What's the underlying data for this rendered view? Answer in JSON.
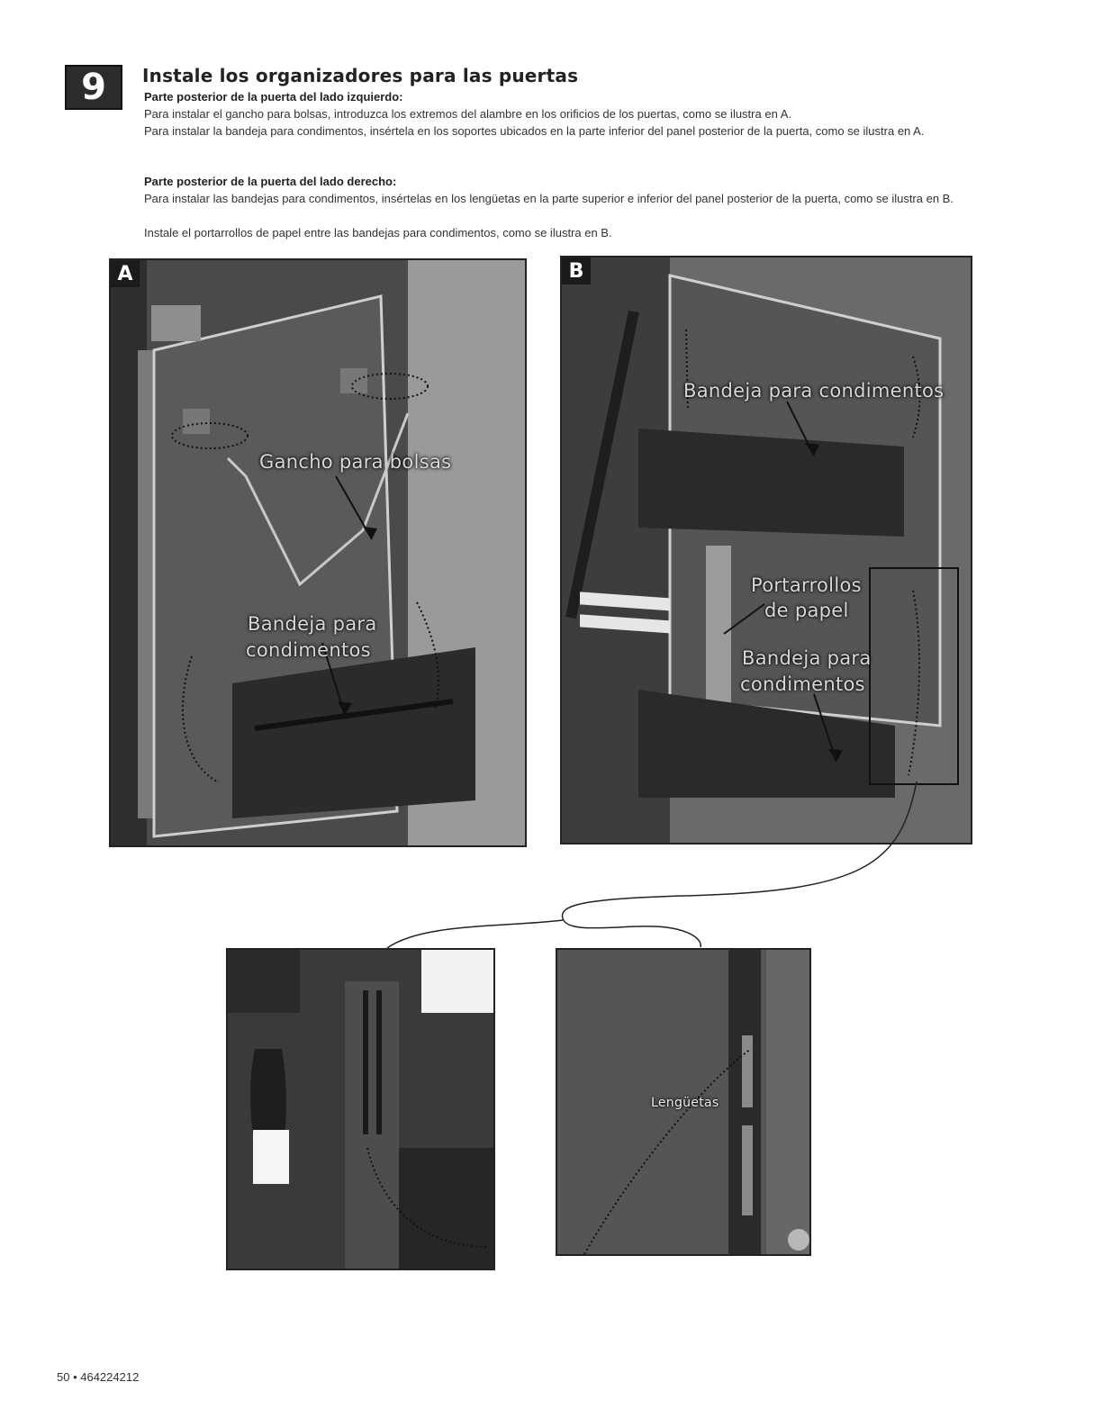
{
  "step": {
    "number": "9"
  },
  "title": "Instale los organizadores para las puertas",
  "left_door": {
    "heading": "Parte posterior de la puerta del lado izquierdo:",
    "line1": "Para instalar el gancho para bolsas, introduzca los extremos del alambre en los orificios de los puertas, como se ilustra en A.",
    "line2": "Para instalar la bandeja para condimentos, insértela en los soportes ubicados en la parte inferior del panel posterior de la puerta, como se ilustra en A."
  },
  "right_door": {
    "heading": "Parte posterior de la puerta del lado derecho:",
    "line1": "Para instalar las bandejas para condimentos, insértelas en los lengüetas en la parte superior e inferior del panel posterior de la puerta, como se ilustra en B.",
    "line2": "Instale el portarrollos de papel entre las bandejas para condimentos, como se ilustra en B."
  },
  "figure_a": {
    "letter": "A",
    "label_hook": "Gancho para bolsas",
    "label_tray_line1": "Bandeja para",
    "label_tray_line2": "condimentos"
  },
  "figure_b": {
    "letter": "B",
    "label_tray_top": "Bandeja para condimentos",
    "label_holder_line1": "Portarrollos",
    "label_holder_line2": "de papel",
    "label_tray_bottom_line1": "Bandeja para",
    "label_tray_bottom_line2": "condimentos"
  },
  "detail": {
    "label_tabs": "Lengüetas"
  },
  "footer": {
    "page": "50 • 464224212"
  }
}
